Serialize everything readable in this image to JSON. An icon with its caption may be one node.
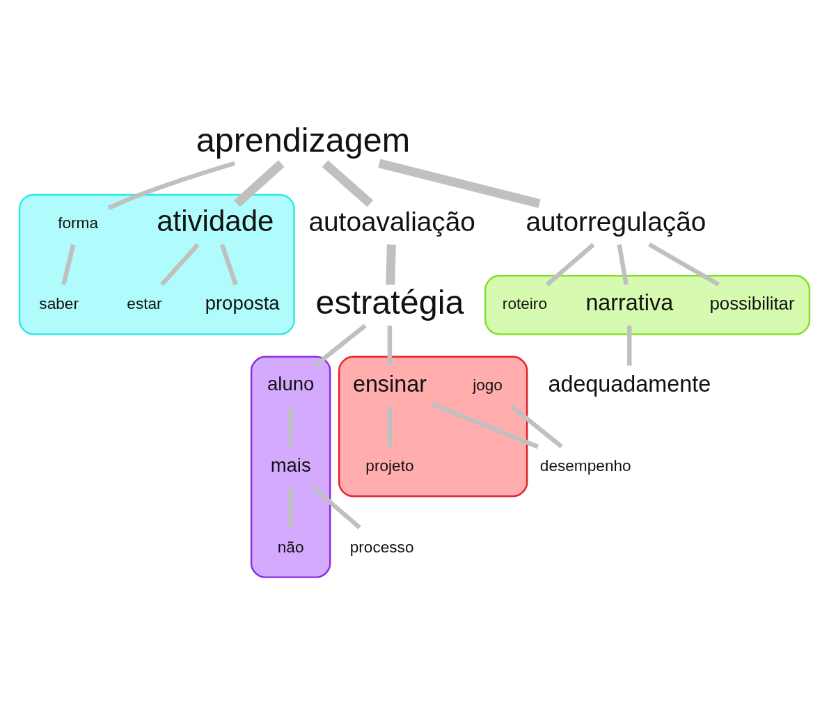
{
  "diagram": {
    "nodes": [
      {
        "text": [],
        "shape": "cloud"
      },
      {
        "text": [
          "estar"
        ],
        "in": 0
      },
      {
        "text": [
          "proposta"
        ],
        "in": 0
      },
      {
        "text": [
          "atividade"
        ],
        "in": 0
      },
      {
        "text": [
          "saber"
        ],
        "in": 0
      },
      {
        "text": [
          "forma"
        ],
        "in": 0
      },
      {
        "text": [
          "processo"
        ]
      },
      {
        "text": [],
        "shape": "cloud"
      },
      {
        "text": [
          "mais"
        ],
        "in": 7
      },
      {
        "text": [
          "não"
        ],
        "in": 7
      },
      {
        "text": [
          "aluno"
        ],
        "in": 7
      },
      {
        "text": [
          "aprendizagem"
        ]
      },
      {
        "text": [
          "autoavaliação"
        ]
      },
      {
        "text": [
          "autorregulação"
        ]
      },
      {
        "text": [],
        "shape": "cloud"
      },
      {
        "text": [
          "possibilitar"
        ],
        "in": 14
      },
      {
        "text": [
          "narrativa"
        ],
        "in": 14
      },
      {
        "text": [
          "roteiro"
        ],
        "in": 14
      },
      {
        "text": [
          "adequadamente"
        ]
      },
      {
        "text": [
          "estratégia"
        ]
      },
      {
        "text": [],
        "shape": "cloud"
      },
      {
        "text": [
          "ensinar"
        ],
        "in": 20
      },
      {
        "text": [
          "desempenho"
        ]
      },
      {
        "text": [
          "projeto"
        ],
        "in": 20
      },
      {
        "text": [
          "jogo"
        ],
        "in": 20
      }
    ],
    "edges": [
      {
        "from": 11,
        "to": 3,
        "arrow": "none",
        "style": "thick"
      },
      {
        "from": 3,
        "to": 1,
        "arrow": "none"
      },
      {
        "from": 3,
        "to": 2,
        "arrow": "none"
      },
      {
        "from": 11,
        "to": 5,
        "arrow": "none"
      },
      {
        "from": 5,
        "to": 4,
        "arrow": "none"
      },
      {
        "from": 11,
        "to": 13,
        "arrow": "none",
        "style": "thick"
      },
      {
        "from": 13,
        "to": 15,
        "arrow": "none"
      },
      {
        "from": 13,
        "to": 17,
        "arrow": "none"
      },
      {
        "from": 13,
        "to": 16,
        "arrow": "none"
      },
      {
        "from": 16,
        "to": 18,
        "arrow": "none"
      },
      {
        "from": 11,
        "to": 12,
        "arrow": "none",
        "style": "thick"
      },
      {
        "from": 12,
        "to": 19,
        "arrow": "none",
        "style": "thick"
      },
      {
        "from": 19,
        "to": 10,
        "arrow": "none"
      },
      {
        "from": 10,
        "to": 8,
        "arrow": "none"
      },
      {
        "from": 8,
        "to": 6,
        "arrow": "none"
      },
      {
        "from": 8,
        "to": 9,
        "arrow": "none"
      },
      {
        "from": 19,
        "to": 21,
        "arrow": "none"
      },
      {
        "from": 21,
        "to": 23,
        "arrow": "none"
      },
      {
        "from": 21,
        "to": 22,
        "arrow": "none"
      },
      {
        "from": 22,
        "to": 24,
        "arrow": "none"
      }
    ]
  }
}
